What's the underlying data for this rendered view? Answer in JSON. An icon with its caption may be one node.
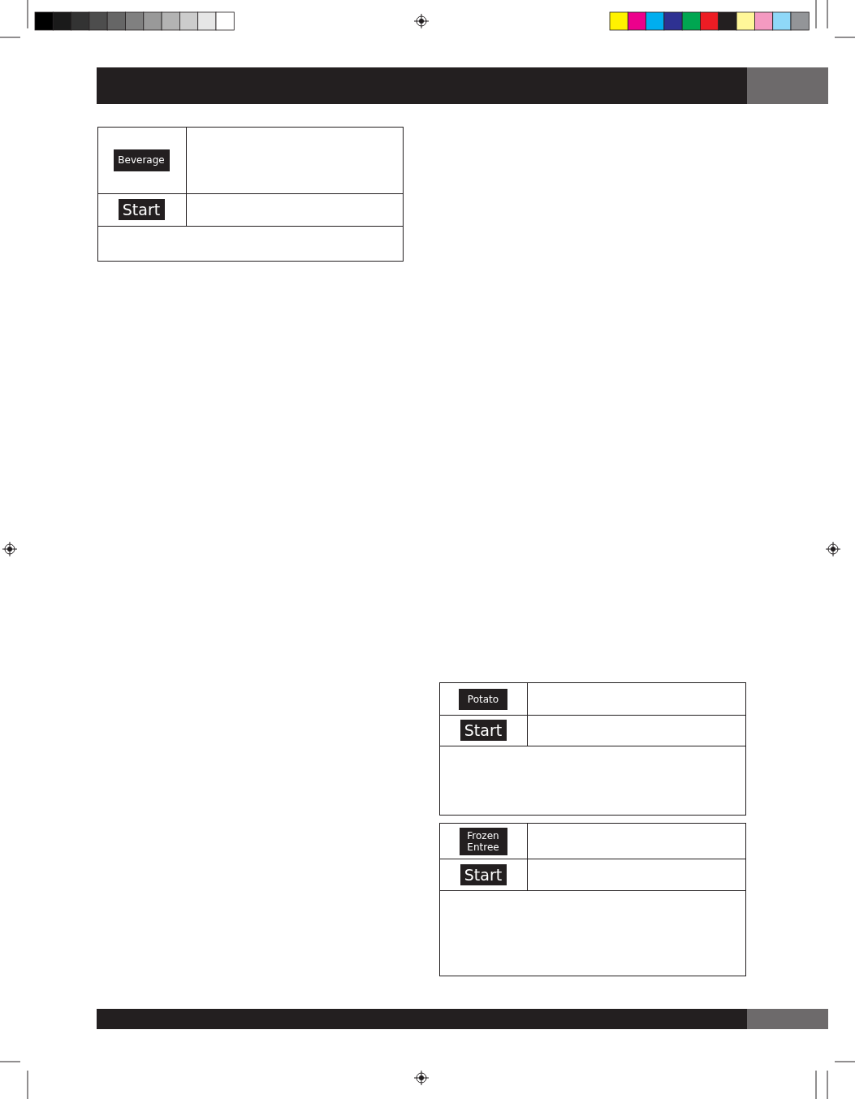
{
  "diagram": {
    "labels": [
      "Beverage",
      "Start",
      "Potato",
      "Start",
      "Frozen Entree",
      "Start"
    ]
  }
}
